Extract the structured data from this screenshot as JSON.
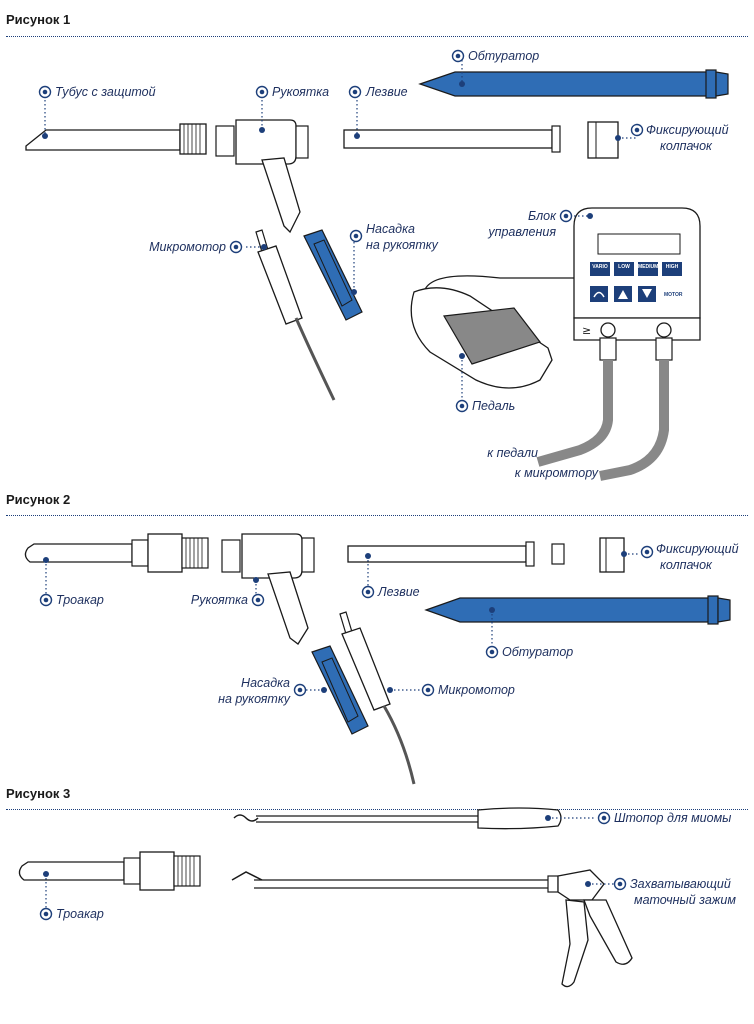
{
  "figures": [
    {
      "title": "Рисунок 1"
    },
    {
      "title": "Рисунок 2"
    },
    {
      "title": "Рисунок 3"
    }
  ],
  "fig1": {
    "obturator": "Обтуратор",
    "tube": "Тубус с защитой",
    "handle": "Рукоятка",
    "blade": "Лезвие",
    "cap_l1": "Фиксирующий",
    "cap_l2": "колпачок",
    "control_l1": "Блок",
    "control_l2": "управления",
    "micromotor": "Микромотор",
    "attach_l1": "Насадка",
    "attach_l2": "на рукоятку",
    "pedal": "Педаль",
    "to_pedal": "к педали",
    "to_motor": "к микромтору",
    "buttons": [
      "VARIO",
      "LOW",
      "MEDIUM",
      "HIGH"
    ],
    "motor_label": "MOTOR"
  },
  "fig2": {
    "cap_l1": "Фиксирующий",
    "cap_l2": "колпачок",
    "trocar": "Троакар",
    "handle": "Рукоятка",
    "blade": "Лезвие",
    "obturator": "Обтуратор",
    "attach_l1": "Насадка",
    "attach_l2": "на рукоятку",
    "micromotor": "Микромотор"
  },
  "fig3": {
    "corkscrew": "Штопор для миомы",
    "grasper_l1": "Захватывающий",
    "grasper_l2": "маточный зажим",
    "trocar": "Троакар"
  },
  "colors": {
    "accent": "#2f6db5",
    "label": "#1d2f5e",
    "line": "#1a1a1a"
  }
}
